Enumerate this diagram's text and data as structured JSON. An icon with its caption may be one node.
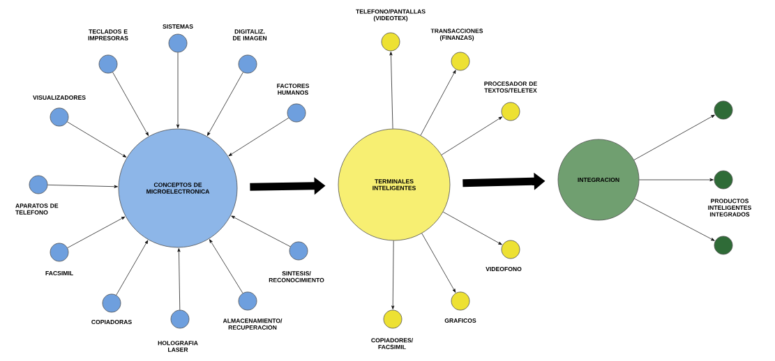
{
  "diagram": {
    "nodes": [
      {
        "text": [
          "CONCEPTOS DE MICROELECTRONICA"
        ]
      },
      {
        "text": [
          "TECLADOS E IMPRESORAS"
        ]
      },
      {
        "text": [
          "SISTEMAS"
        ]
      },
      {
        "text": [
          "DIGITALIZ. DE IMAGEN"
        ]
      },
      {
        "text": [
          "VISUALIZADORES"
        ]
      },
      {
        "text": [
          "FACTORES HUMANOS"
        ]
      },
      {
        "text": [
          "APARATOS DE TELEFONO"
        ]
      },
      {
        "text": [
          "FACSIMIL"
        ]
      },
      {
        "text": [
          "SINTESIS/ RECONOCIMIENTO"
        ]
      },
      {
        "text": [
          "COPIADORAS"
        ]
      },
      {
        "text": [
          "HOLOGRAFIA LASER"
        ]
      },
      {
        "text": [
          "ALMACENAMIENTO/ RECUPERACION"
        ]
      },
      {
        "text": [
          "TERMINALES INTELIGENTES"
        ]
      },
      {
        "text": [
          "TELEFONO/PANTALLAS (VIDEOTEX)"
        ]
      },
      {
        "text": [
          "TRANSACCIONES (FINANZAS)"
        ]
      },
      {
        "text": [
          "PROCESADOR DE TEXTOS/TELETEX"
        ]
      },
      {
        "text": [
          "VIDEOFONO"
        ]
      },
      {
        "text": [
          "GRAFICOS"
        ]
      },
      {
        "text": [
          "COPIADORES/ FACSIMIL"
        ]
      },
      {
        "text": [
          "INTEGRACION"
        ]
      },
      {
        "text": [],
        "shape": "circle"
      },
      {
        "text": [],
        "shape": "circle"
      },
      {
        "text": [],
        "shape": "circle"
      }
    ],
    "edges": [
      {
        "from": 1,
        "to": 0,
        "arrow": "to"
      },
      {
        "from": 2,
        "to": 0,
        "arrow": "to"
      },
      {
        "from": 3,
        "to": 0,
        "arrow": "to"
      },
      {
        "from": 4,
        "to": 0,
        "arrow": "to"
      },
      {
        "from": 5,
        "to": 0,
        "arrow": "to"
      },
      {
        "from": 6,
        "to": 0,
        "arrow": "to"
      },
      {
        "from": 7,
        "to": 0,
        "arrow": "to"
      },
      {
        "from": 8,
        "to": 0,
        "arrow": "to"
      },
      {
        "from": 9,
        "to": 0,
        "arrow": "to"
      },
      {
        "from": 10,
        "to": 0,
        "arrow": "to"
      },
      {
        "from": 11,
        "to": 0,
        "arrow": "to"
      },
      {
        "from": 0,
        "to": 12,
        "arrow": "to",
        "style": "thick"
      },
      {
        "from": 12,
        "to": 13,
        "arrow": "to"
      },
      {
        "from": 12,
        "to": 14,
        "arrow": "to"
      },
      {
        "from": 12,
        "to": 15,
        "arrow": "to"
      },
      {
        "from": 12,
        "to": 16,
        "arrow": "to"
      },
      {
        "from": 12,
        "to": 17,
        "arrow": "to"
      },
      {
        "from": 12,
        "to": 18,
        "arrow": "to"
      },
      {
        "from": 12,
        "to": 19,
        "arrow": "to",
        "style": "thick"
      },
      {
        "from": 19,
        "to": 20,
        "arrow": "to"
      },
      {
        "from": 19,
        "to": 21,
        "arrow": "to"
      },
      {
        "from": 19,
        "to": 22,
        "arrow": "to"
      }
    ],
    "labels": [
      "PRODUCTOS INTELIGENTES INTEGRADOS"
    ]
  }
}
